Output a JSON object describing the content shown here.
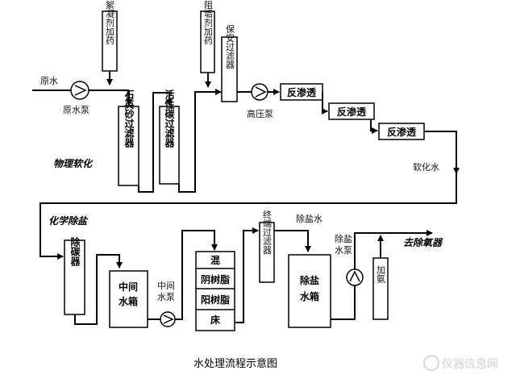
{
  "labels": {
    "raw_water": "原水",
    "raw_pump": "原水泵",
    "flocculant": "絮凝剂加药",
    "quartz_filter": "石英砂过滤器",
    "carbon_filter": "活性碳过滤器",
    "scale_inhibitor": "阻垢剂加药",
    "security_filter": "保安过滤器",
    "hp_pump": "高压泵",
    "ro1": "反渗透",
    "ro2": "反渗透",
    "ro3": "反渗透",
    "softened_water": "软化水",
    "physical_softening": "物理软化",
    "chemical_desalination": "化学除盐",
    "decarbonator": "除碳器",
    "mid_tank": [
      "中间",
      "水箱"
    ],
    "mid_pump": [
      "中间",
      "水泵"
    ],
    "mixed_bed": [
      "混",
      "阴树脂",
      "阳树脂",
      "床"
    ],
    "terminal_filter": "终端过滤器",
    "desalted_water": "除盐水",
    "desalted_tank": [
      "除盐",
      "水箱"
    ],
    "desalted_pump": [
      "除盐",
      "水泵"
    ],
    "ammonia": "加氨",
    "to_deaerator": "去除氧器",
    "caption": "水处理流程示意图",
    "watermark": "仪器信息网"
  },
  "colors": {
    "line": "#000000",
    "background": "#ffffff",
    "watermark": "#cfcfcf"
  }
}
